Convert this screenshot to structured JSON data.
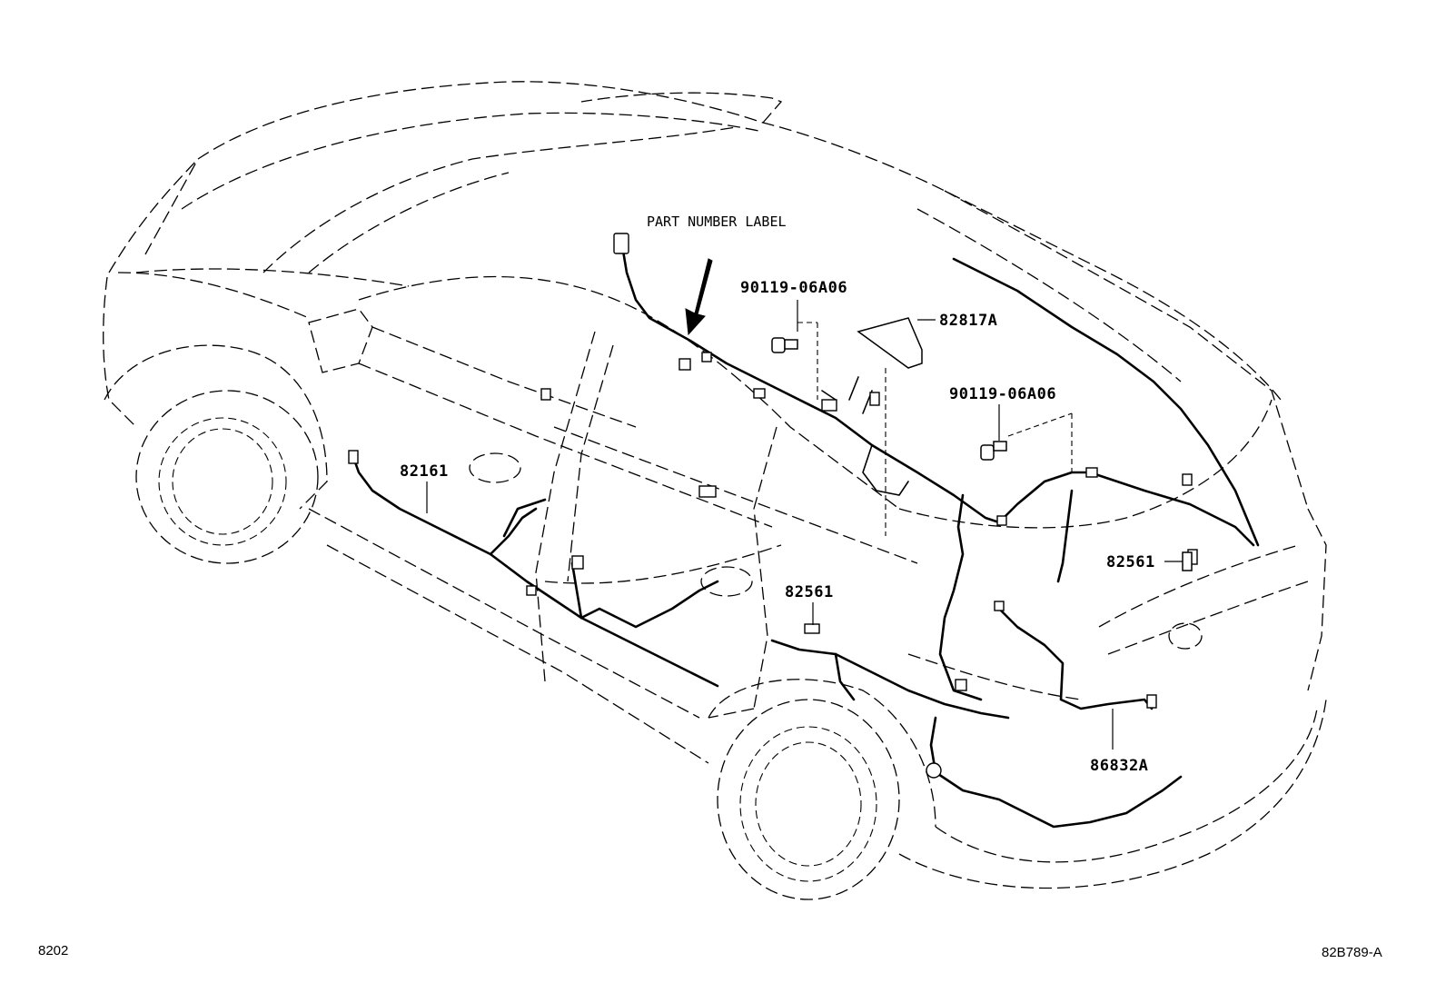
{
  "callouts": {
    "part_number_label": "PART NUMBER LABEL",
    "bolt_upper": "90119-06A06",
    "cover": "82817A",
    "bolt_rear": "90119-06A06",
    "wire_floor": "82161",
    "clamp_rear": "82561",
    "clamp_center": "82561",
    "wire_rear": "86832A"
  },
  "footer": {
    "left_code": "8202",
    "right_code": "82B789-A"
  }
}
